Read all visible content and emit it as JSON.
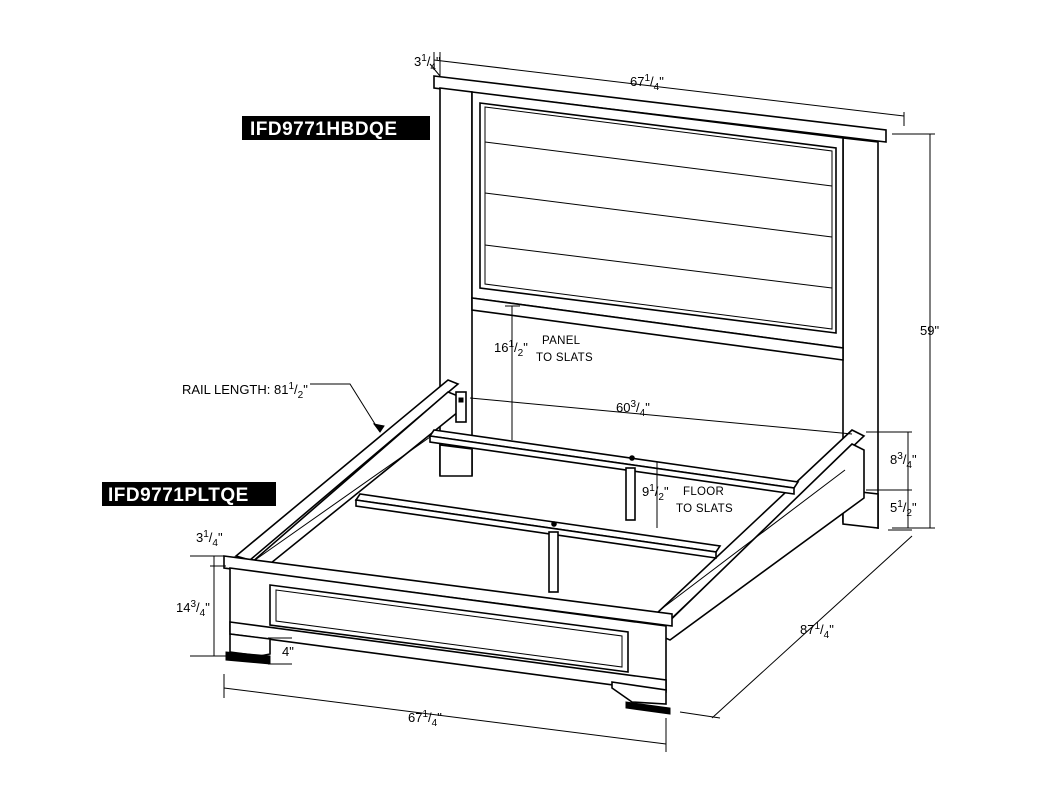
{
  "labels": {
    "headboard_code": "IFD9771HBDQE",
    "rails_code": "IFD9771PLTQE"
  },
  "dimensions": {
    "headboard_top_thickness": {
      "whole": "3",
      "num": "1",
      "den": "4",
      "unit": "\""
    },
    "headboard_width": {
      "whole": "67",
      "num": "1",
      "den": "4",
      "unit": "\""
    },
    "overall_height": {
      "text": "59\""
    },
    "panel_to_slats": {
      "whole": "16",
      "num": "1",
      "den": "2",
      "unit": "\"",
      "note_line1": "PANEL",
      "note_line2": "TO SLATS"
    },
    "inner_width": {
      "whole": "60",
      "num": "3",
      "den": "4",
      "unit": "\""
    },
    "headboard_post_upper": {
      "whole": "8",
      "num": "3",
      "den": "4",
      "unit": "\""
    },
    "headboard_post_lower": {
      "whole": "5",
      "num": "1",
      "den": "2",
      "unit": "\""
    },
    "floor_to_slats": {
      "whole": "9",
      "num": "1",
      "den": "2",
      "unit": "\"",
      "note_line1": "FLOOR",
      "note_line2": "TO SLATS"
    },
    "rail_length": {
      "prefix": "RAIL LENGTH: 81",
      "num": "1",
      "den": "2",
      "unit": "\""
    },
    "footboard_top_thickness": {
      "whole": "3",
      "num": "1",
      "den": "4",
      "unit": "\""
    },
    "footboard_height": {
      "whole": "14",
      "num": "3",
      "den": "4",
      "unit": "\""
    },
    "foot_height": {
      "text": "4\""
    },
    "footboard_width": {
      "whole": "67",
      "num": "1",
      "den": "4",
      "unit": "\""
    },
    "overall_length": {
      "whole": "87",
      "num": "1",
      "den": "4",
      "unit": "\""
    }
  }
}
